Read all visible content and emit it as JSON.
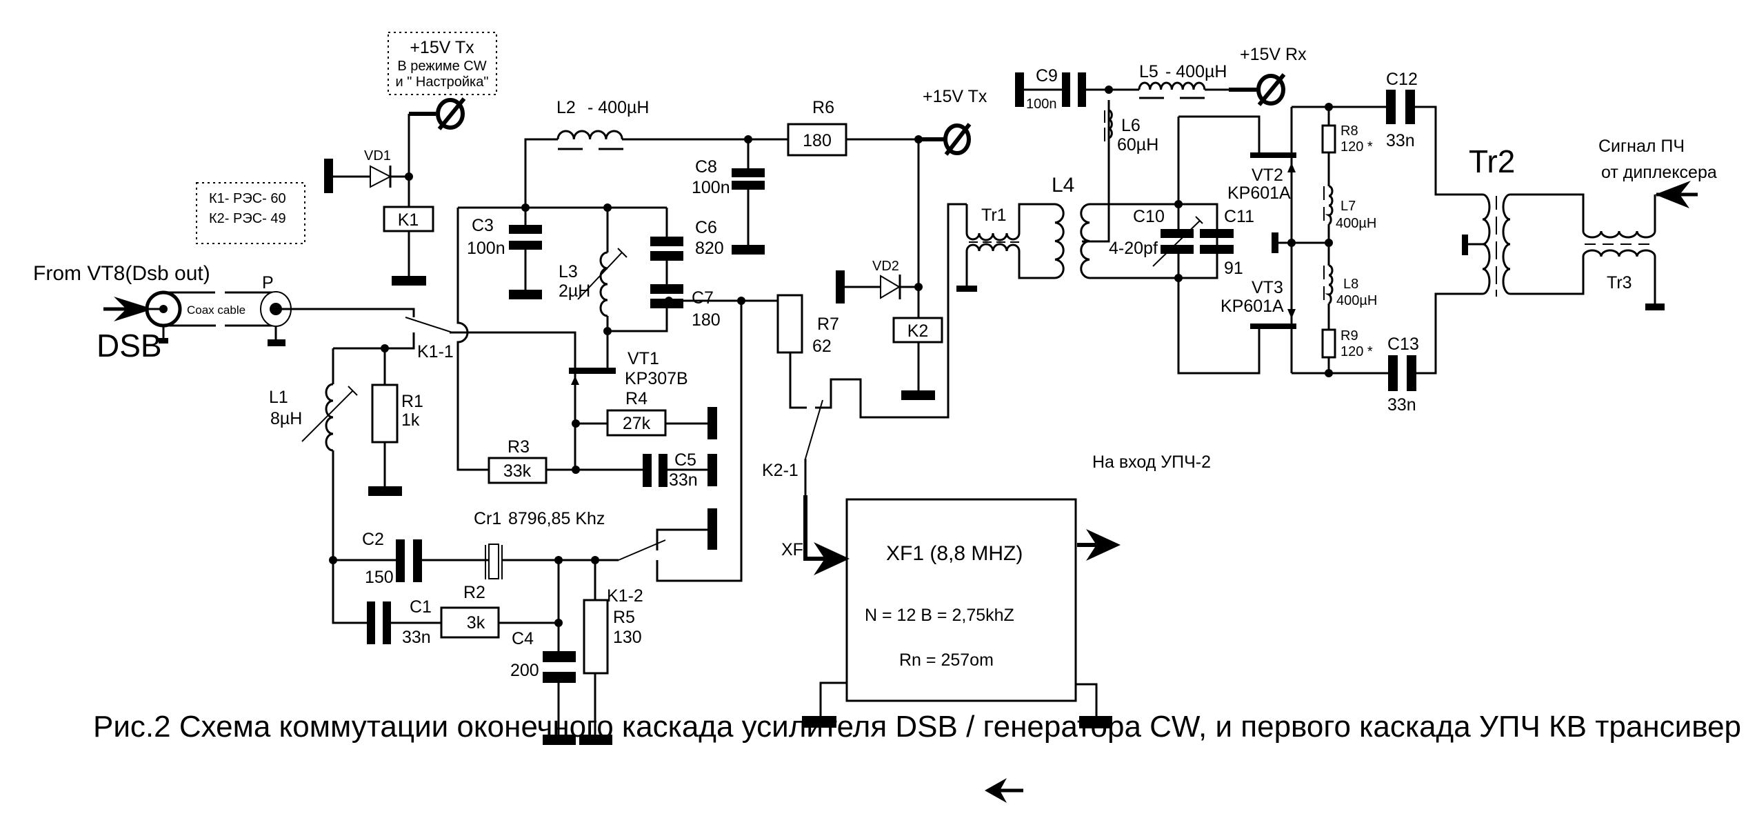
{
  "figure": {
    "caption": "Рис.2 Схема коммутации оконечного каскада  усилителя  DSB / генератора CW,  и  первого каскада УПЧ КВ трансивер",
    "background_color": "#ffffff",
    "ink_color": "#000000"
  },
  "notes": {
    "power_tx_cw": {
      "line1": "+15V Tx",
      "line2": "В режиме CW",
      "line3": "и \" Настройка\""
    },
    "relays": {
      "line1": "К1- РЭС- 60",
      "line2": "К2- РЭС- 49"
    }
  },
  "input": {
    "source_label": "From VT8(Dsb out)",
    "signal_label": "DSB",
    "cable_label": "Coax cable",
    "plug_label": "P"
  },
  "supplies": {
    "tx": "+15V Tx",
    "rx": "+15V Rx"
  },
  "components": {
    "VD1": {
      "ref": "VD1"
    },
    "VD2": {
      "ref": "VD2"
    },
    "K1": {
      "ref": "K1"
    },
    "K2": {
      "ref": "K2"
    },
    "K1_1": {
      "ref": "K1-1"
    },
    "K1_2": {
      "ref": "K1-2"
    },
    "K2_1": {
      "ref": "K2-1"
    },
    "L1": {
      "ref": "L1",
      "value": "8µH"
    },
    "L2": {
      "ref": "L2",
      "value": "- 400µH"
    },
    "L3": {
      "ref": "L3",
      "value": "2µH"
    },
    "L4": {
      "ref": "L4"
    },
    "L5": {
      "ref": "L5",
      "value": "- 400µH"
    },
    "L6": {
      "ref": "L6",
      "value": "60µH"
    },
    "L7": {
      "ref": "L7",
      "value": "400µH"
    },
    "L8": {
      "ref": "L8",
      "value": "400µH"
    },
    "R1": {
      "ref": "R1",
      "value": "1k"
    },
    "R2": {
      "ref": "R2",
      "value": "3k"
    },
    "R3": {
      "ref": "R3",
      "value": "33k"
    },
    "R4": {
      "ref": "R4",
      "value": "27k"
    },
    "R5": {
      "ref": "R5",
      "value": "130"
    },
    "R6": {
      "ref": "R6",
      "value": "180"
    },
    "R7": {
      "ref": "R7",
      "value": "62"
    },
    "R8": {
      "ref": "R8",
      "value": "120 *"
    },
    "R9": {
      "ref": "R9",
      "value": "120 *"
    },
    "C1": {
      "ref": "C1",
      "value": "33n"
    },
    "C2": {
      "ref": "C2",
      "value": "150"
    },
    "C3": {
      "ref": "C3",
      "value": "100n"
    },
    "C4": {
      "ref": "C4",
      "value": "200"
    },
    "C5": {
      "ref": "C5",
      "value": "33n"
    },
    "C6": {
      "ref": "C6",
      "value": "820"
    },
    "C7": {
      "ref": "C7",
      "value": "180"
    },
    "C8": {
      "ref": "C8",
      "value": "100n"
    },
    "C9": {
      "ref": "C9",
      "value": "100n"
    },
    "C10": {
      "ref": "C10",
      "value": "4-20pf"
    },
    "C11": {
      "ref": "C11",
      "value": "91"
    },
    "C12": {
      "ref": "C12",
      "value": "33n"
    },
    "C13": {
      "ref": "C13",
      "value": "33n"
    },
    "Cr1": {
      "ref": "Cr1",
      "value": "8796,85 Khz"
    },
    "VT1": {
      "ref": "VT1",
      "type": "KP307B"
    },
    "VT2": {
      "ref": "VT2",
      "type": "KP601A"
    },
    "VT3": {
      "ref": "VT3",
      "type": "KP601A"
    },
    "Tr1": {
      "ref": "Tr1"
    },
    "Tr2": {
      "ref": "Tr2"
    },
    "Tr3": {
      "ref": "Tr3"
    }
  },
  "filter": {
    "input_label": "XF",
    "title": "XF1  (8,8 MHZ)",
    "params": "N = 12   B = 2,75khZ",
    "impedance": "Rn = 257om",
    "output_label": "На вход УПЧ-2"
  },
  "if_input": {
    "line1": "Сигнал ПЧ",
    "line2": "от диплексера"
  }
}
